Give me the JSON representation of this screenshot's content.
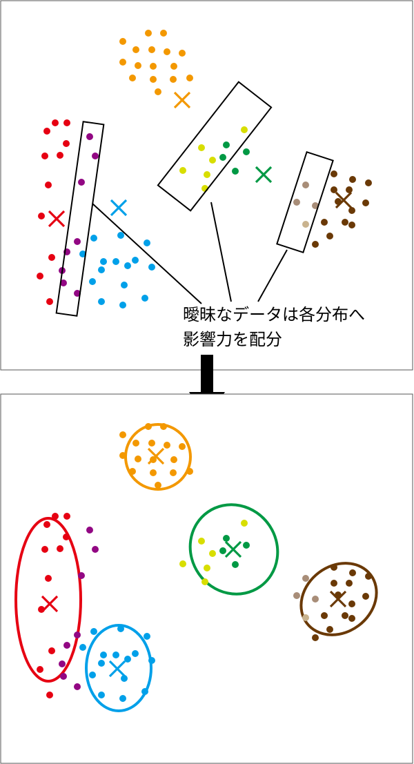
{
  "caption": [
    "曖昧なデータは各分布へ",
    "影響力を配分"
  ],
  "colors": {
    "red": "#e60012",
    "orange": "#f39800",
    "green": "#009944",
    "yellow": "#d8de00",
    "blue": "#00a0e9",
    "brown": "#6a3906",
    "tan": "#a88d78",
    "beige": "#c9b38e",
    "purple": "#920783",
    "arrow": "#000000"
  },
  "clusters": [
    {
      "id": "orange",
      "color_key": "orange"
    },
    {
      "id": "red",
      "color_key": "red"
    },
    {
      "id": "blue",
      "color_key": "blue"
    },
    {
      "id": "green",
      "color_key": "green"
    },
    {
      "id": "brown",
      "color_key": "brown"
    }
  ]
}
